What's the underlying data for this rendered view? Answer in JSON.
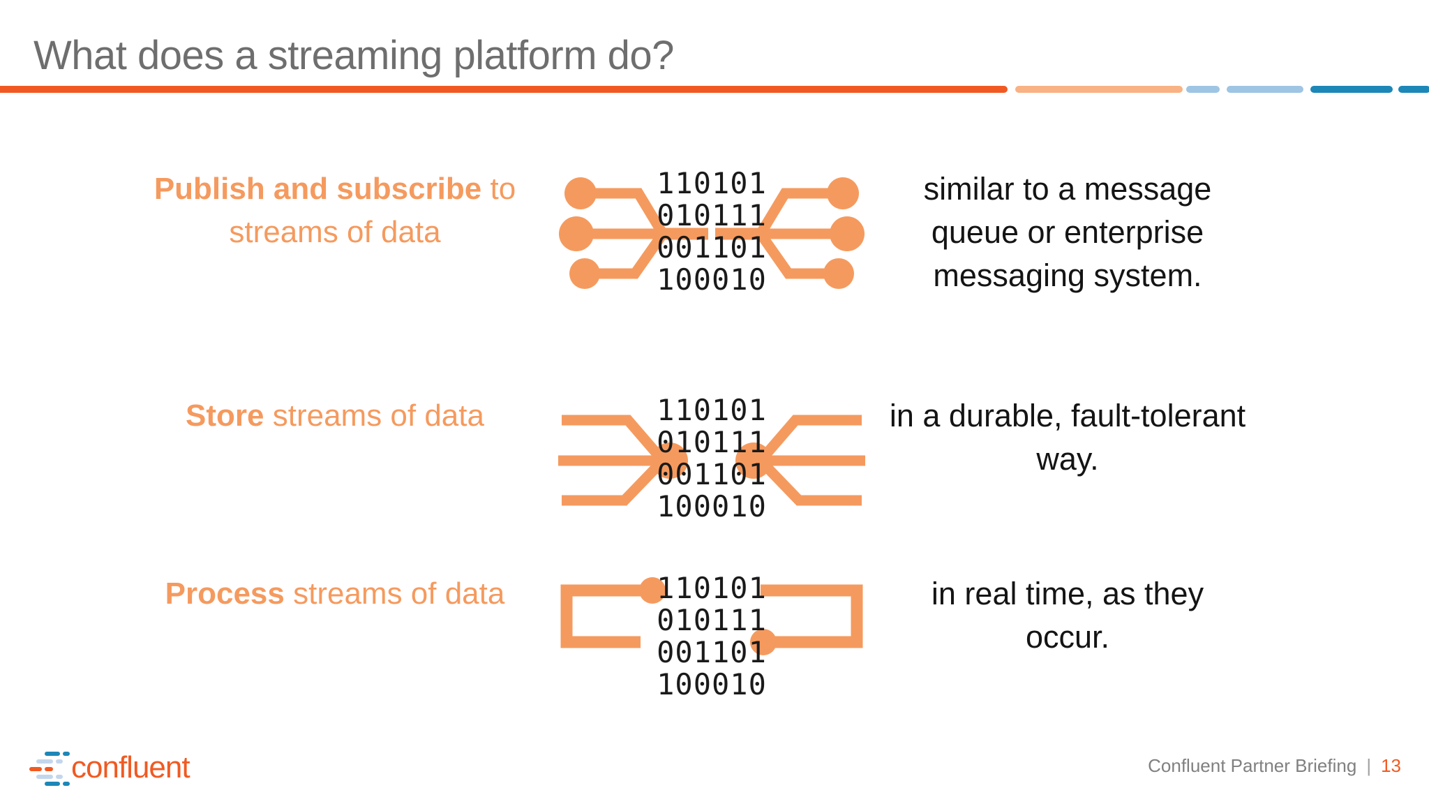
{
  "slide": {
    "title": "What does a streaming platform do?",
    "accent_orange": "#F05A22",
    "soft_orange": "#F59A5E",
    "blue": "#1D87B8",
    "light_blue": "#9EC5E3"
  },
  "rows": [
    {
      "heading_bold": "Publish and subscribe",
      "heading_rest": " to streams of data",
      "graphic": "pubsub-fanout-icon",
      "binary": [
        "110101",
        "010111",
        "001101",
        "100010"
      ],
      "description": "similar to a message queue or enterprise messaging system."
    },
    {
      "heading_bold": "Store",
      "heading_rest": " streams of data",
      "graphic": "store-converge-icon",
      "binary": [
        "110101",
        "010111",
        "001101",
        "100010"
      ],
      "description": "in a durable, fault-tolerant way."
    },
    {
      "heading_bold": "Process",
      "heading_rest": " streams of data",
      "graphic": "process-loop-icon",
      "binary": [
        "110101",
        "010111",
        "001101",
        "100010"
      ],
      "description": "in real time, as they occur."
    }
  ],
  "footer": {
    "logo_text": "confluent",
    "deck_name": "Confluent Partner Briefing",
    "separator": "|",
    "page_number": "13"
  }
}
